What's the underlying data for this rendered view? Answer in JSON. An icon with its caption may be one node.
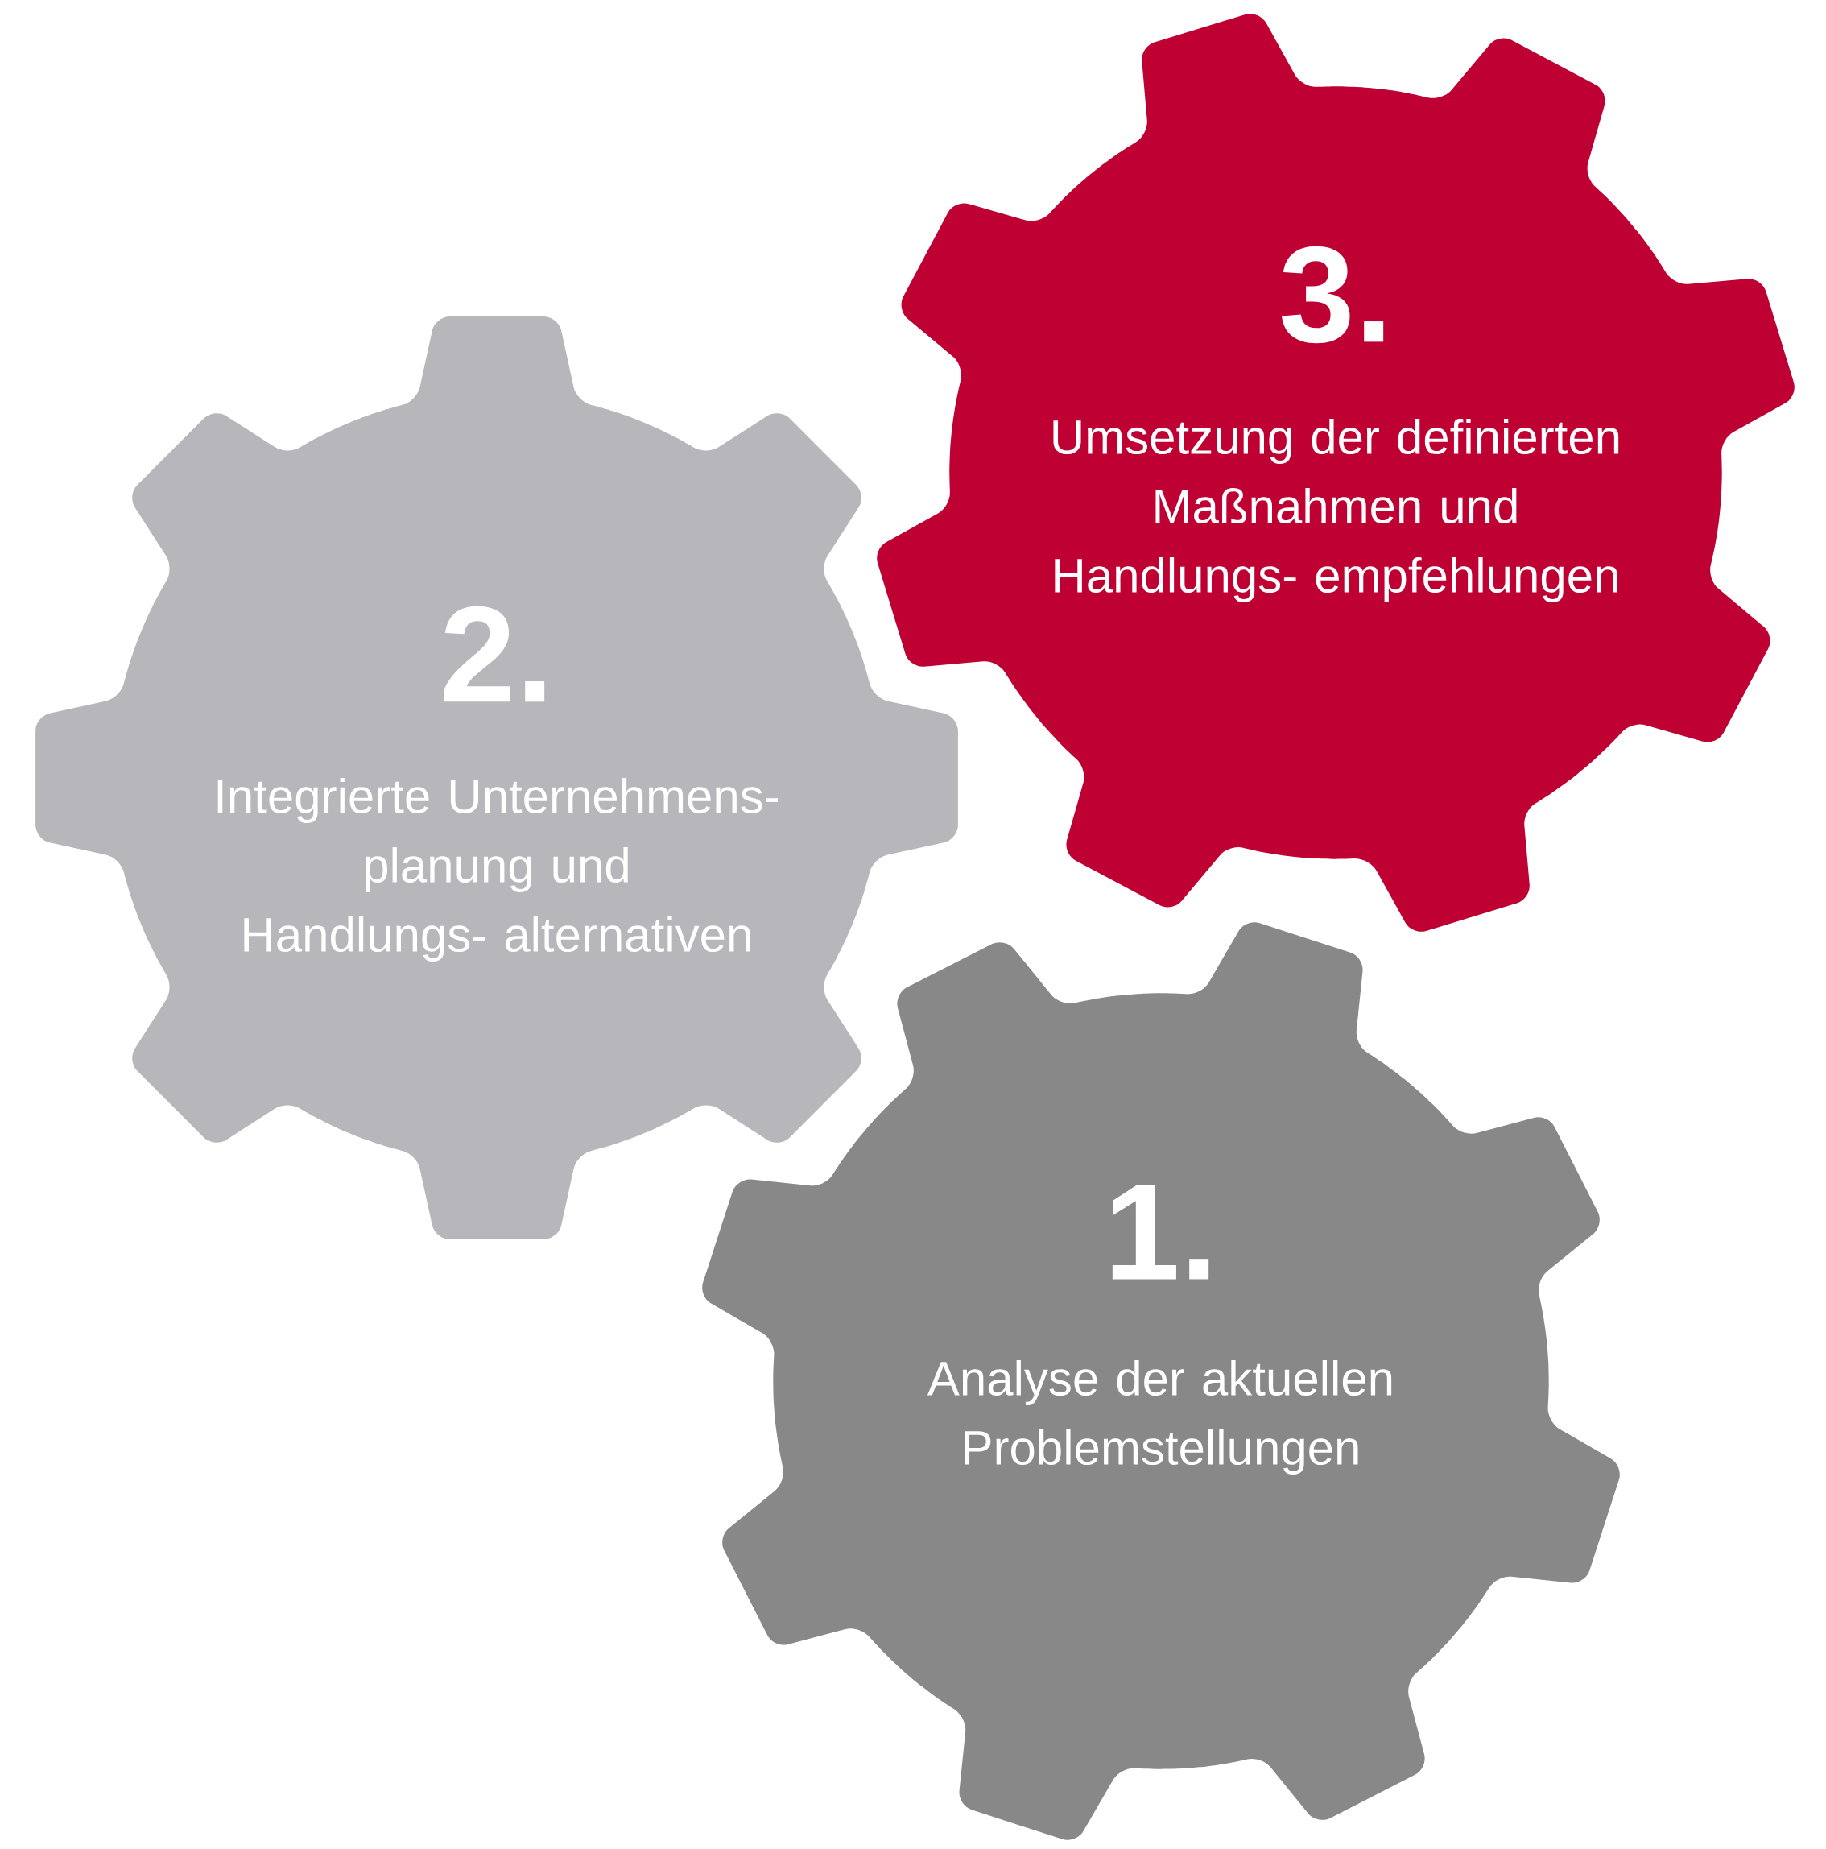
{
  "diagram": {
    "nodes": [
      {
        "text": [
          "3.",
          "Umsetzung der definierten Maßnahmen und Handlungs- empfehlungen"
        ]
      },
      {
        "text": [
          "2.",
          "Integrierte Unternehmens- planung und Handlungs- alternativen"
        ]
      },
      {
        "text": [
          "1.",
          "Analyse der aktuellen Problemstellungen"
        ]
      }
    ]
  }
}
